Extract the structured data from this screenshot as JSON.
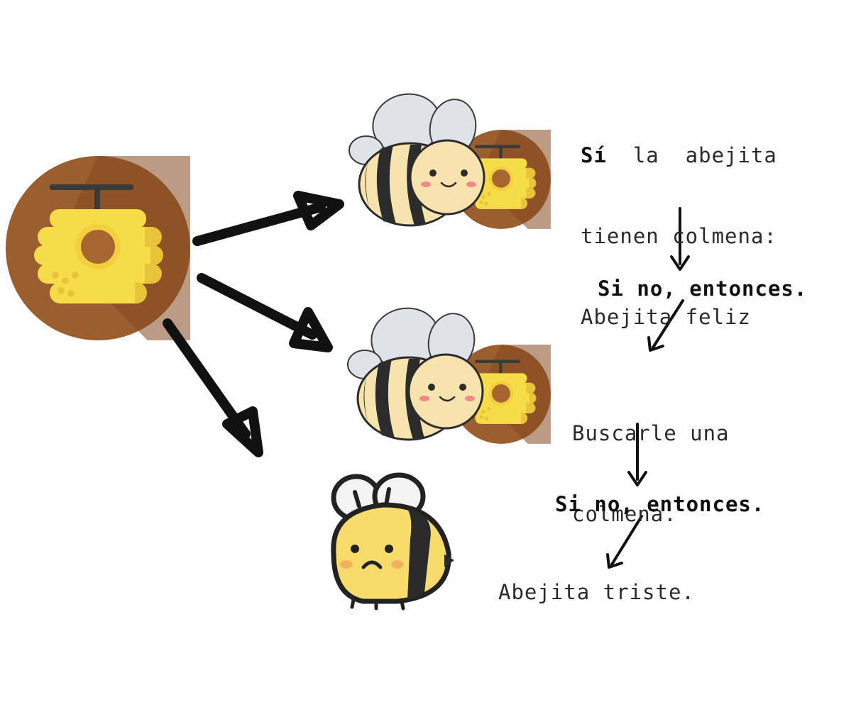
{
  "colors": {
    "hive_circle": "#9a5e2f",
    "hive_circle_shadow": "#7a4520",
    "hive_body": "#f7dc49",
    "hive_shade": "#e9c43a",
    "hive_hole": "#a7662f",
    "hive_bar": "#3a3a3a",
    "bee_body": "#f6e3ae",
    "bee_stripe": "#2c2c2c",
    "bee_wing": "#dfe3e8",
    "sad_bee_body": "#f7dc6c",
    "sad_bee_cheek": "#f2a05a",
    "cheek": "#f08a8a",
    "arrow": "#111111"
  },
  "icons": {
    "large_hive": "beehive-icon",
    "happy_bee_with_hive": "happy-bee-with-hive-icon",
    "sad_bee": "sad-bee-icon"
  },
  "text": {
    "condition_prefix": "Sí",
    "condition_rest_line1": "  la  abejita",
    "condition_line2": "tienen colmena:",
    "condition_line3": "Abejita feliz",
    "else_1": "Si no, entonces.",
    "action_line1": "Buscarle una",
    "action_line2": "colmena.",
    "else_2": "Si no, entonces.",
    "result_sad": "Abejita triste."
  }
}
